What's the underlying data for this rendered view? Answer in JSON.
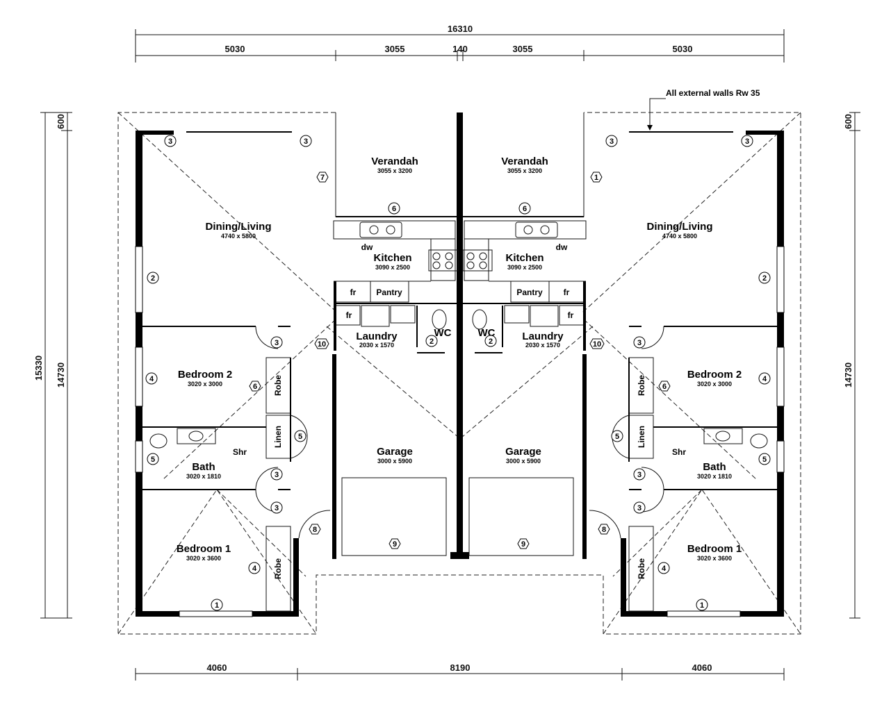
{
  "dimensions": {
    "overall_width": "16310",
    "top_segments": [
      "5030",
      "3055",
      "140",
      "3055",
      "5030"
    ],
    "bottom_segments": [
      "4060",
      "8190",
      "4060"
    ],
    "overall_depth": "15330",
    "wall_depth": "14730",
    "eave": "600"
  },
  "note": "All external walls Rw 35",
  "rooms": {
    "verandah": {
      "name": "Verandah",
      "size": "3055 x 3200"
    },
    "dining": {
      "name": "Dining/Living",
      "size": "4740 x 5800"
    },
    "kitchen": {
      "name": "Kitchen",
      "size": "3090 x 2500"
    },
    "laundry": {
      "name": "Laundry",
      "size": "2030 x 1570"
    },
    "wc": {
      "name": "WC"
    },
    "bedroom2": {
      "name": "Bedroom 2",
      "size": "3020 x 3000"
    },
    "bath": {
      "name": "Bath",
      "size": "3020 x 1810"
    },
    "bedroom1": {
      "name": "Bedroom 1",
      "size": "3020 x 3600"
    },
    "garage": {
      "name": "Garage",
      "size": "3000 x 5900"
    }
  },
  "fixtures": {
    "dw": "dw",
    "fr": "fr",
    "pantry": "Pantry",
    "robe": "Robe",
    "linen": "Linen",
    "shr": "Shr"
  },
  "tags": {
    "t1": "1",
    "t2": "2",
    "t3": "3",
    "t4": "4",
    "t5": "5",
    "t6": "6",
    "t7": "7",
    "t8": "8",
    "t9": "9",
    "t10": "10"
  }
}
